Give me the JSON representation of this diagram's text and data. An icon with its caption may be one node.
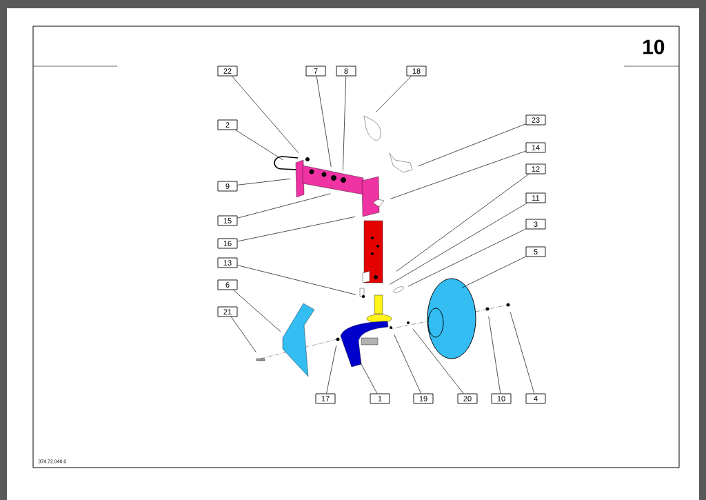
{
  "diagram": {
    "nodes": [
      {
        "text": [
          "22"
        ]
      },
      {
        "text": [
          "7"
        ]
      },
      {
        "text": [
          "8"
        ]
      },
      {
        "text": [
          "18"
        ]
      },
      {
        "text": [
          "23"
        ]
      },
      {
        "text": [
          "2"
        ]
      },
      {
        "text": [
          "14"
        ]
      },
      {
        "text": [
          "12"
        ]
      },
      {
        "text": [
          "9"
        ]
      },
      {
        "text": [
          "11"
        ]
      },
      {
        "text": [
          "15"
        ]
      },
      {
        "text": [
          "3"
        ]
      },
      {
        "text": [
          "16"
        ]
      },
      {
        "text": [
          "5"
        ]
      },
      {
        "text": [
          "13"
        ]
      },
      {
        "text": [
          "6"
        ]
      },
      {
        "text": [
          "21"
        ]
      },
      {
        "text": [
          "17"
        ]
      },
      {
        "text": [
          "1"
        ]
      },
      {
        "text": [
          "19"
        ]
      },
      {
        "text": [
          "20"
        ]
      },
      {
        "text": [
          "10"
        ]
      },
      {
        "text": [
          "4"
        ]
      }
    ],
    "edges": [
      {
        "from": 0,
        "to": null,
        "arrow": "none"
      },
      {
        "from": 1,
        "to": null,
        "arrow": "none"
      },
      {
        "from": 2,
        "to": null,
        "arrow": "none"
      },
      {
        "from": 3,
        "to": null,
        "arrow": "none"
      },
      {
        "from": 4,
        "to": null,
        "arrow": "none"
      },
      {
        "from": 5,
        "to": null,
        "arrow": "none"
      },
      {
        "from": 6,
        "to": null,
        "arrow": "none"
      },
      {
        "from": 7,
        "to": null,
        "arrow": "none"
      },
      {
        "from": 8,
        "to": null,
        "arrow": "none"
      },
      {
        "from": 9,
        "to": null,
        "arrow": "none"
      },
      {
        "from": 10,
        "to": null,
        "arrow": "none"
      },
      {
        "from": 11,
        "to": null,
        "arrow": "none"
      },
      {
        "from": 12,
        "to": null,
        "arrow": "none"
      },
      {
        "from": 13,
        "to": null,
        "arrow": "none"
      },
      {
        "from": 14,
        "to": null,
        "arrow": "none"
      },
      {
        "from": 15,
        "to": null,
        "arrow": "none"
      },
      {
        "from": 16,
        "to": null,
        "arrow": "none"
      },
      {
        "from": 17,
        "to": null,
        "arrow": "none"
      },
      {
        "from": 18,
        "to": null,
        "arrow": "none"
      },
      {
        "from": 19,
        "to": null,
        "arrow": "none"
      },
      {
        "from": 20,
        "to": null,
        "arrow": "none"
      },
      {
        "from": 21,
        "to": null,
        "arrow": "none"
      },
      {
        "from": 22,
        "to": null,
        "arrow": "none"
      }
    ],
    "labels": [
      "10",
      "374.72.040.0"
    ]
  }
}
